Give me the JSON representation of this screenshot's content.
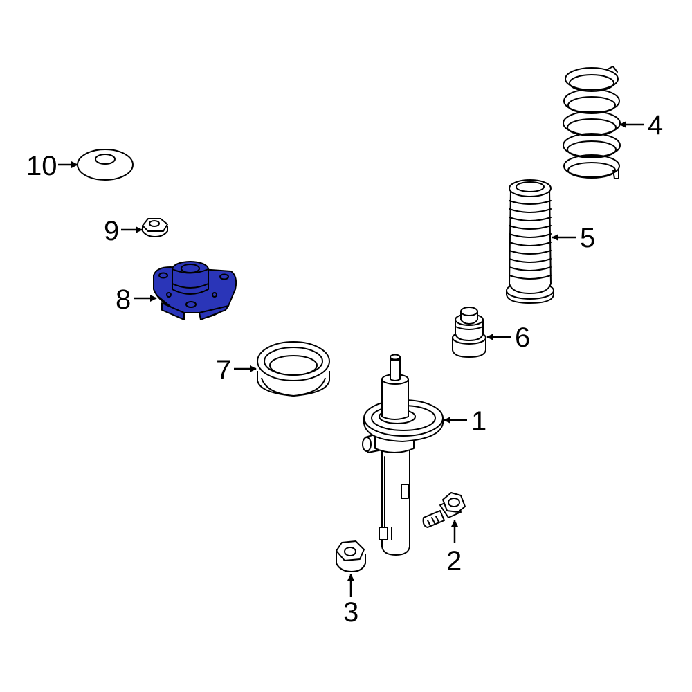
{
  "colors": {
    "highlight": "#2a35b8",
    "outline": "#000000",
    "background": "#ffffff"
  },
  "callouts": {
    "c1": "1",
    "c2": "2",
    "c3": "3",
    "c4": "4",
    "c5": "5",
    "c6": "6",
    "c7": "7",
    "c8": "8",
    "c9": "9",
    "c10": "10"
  },
  "highlighted_part": "8"
}
